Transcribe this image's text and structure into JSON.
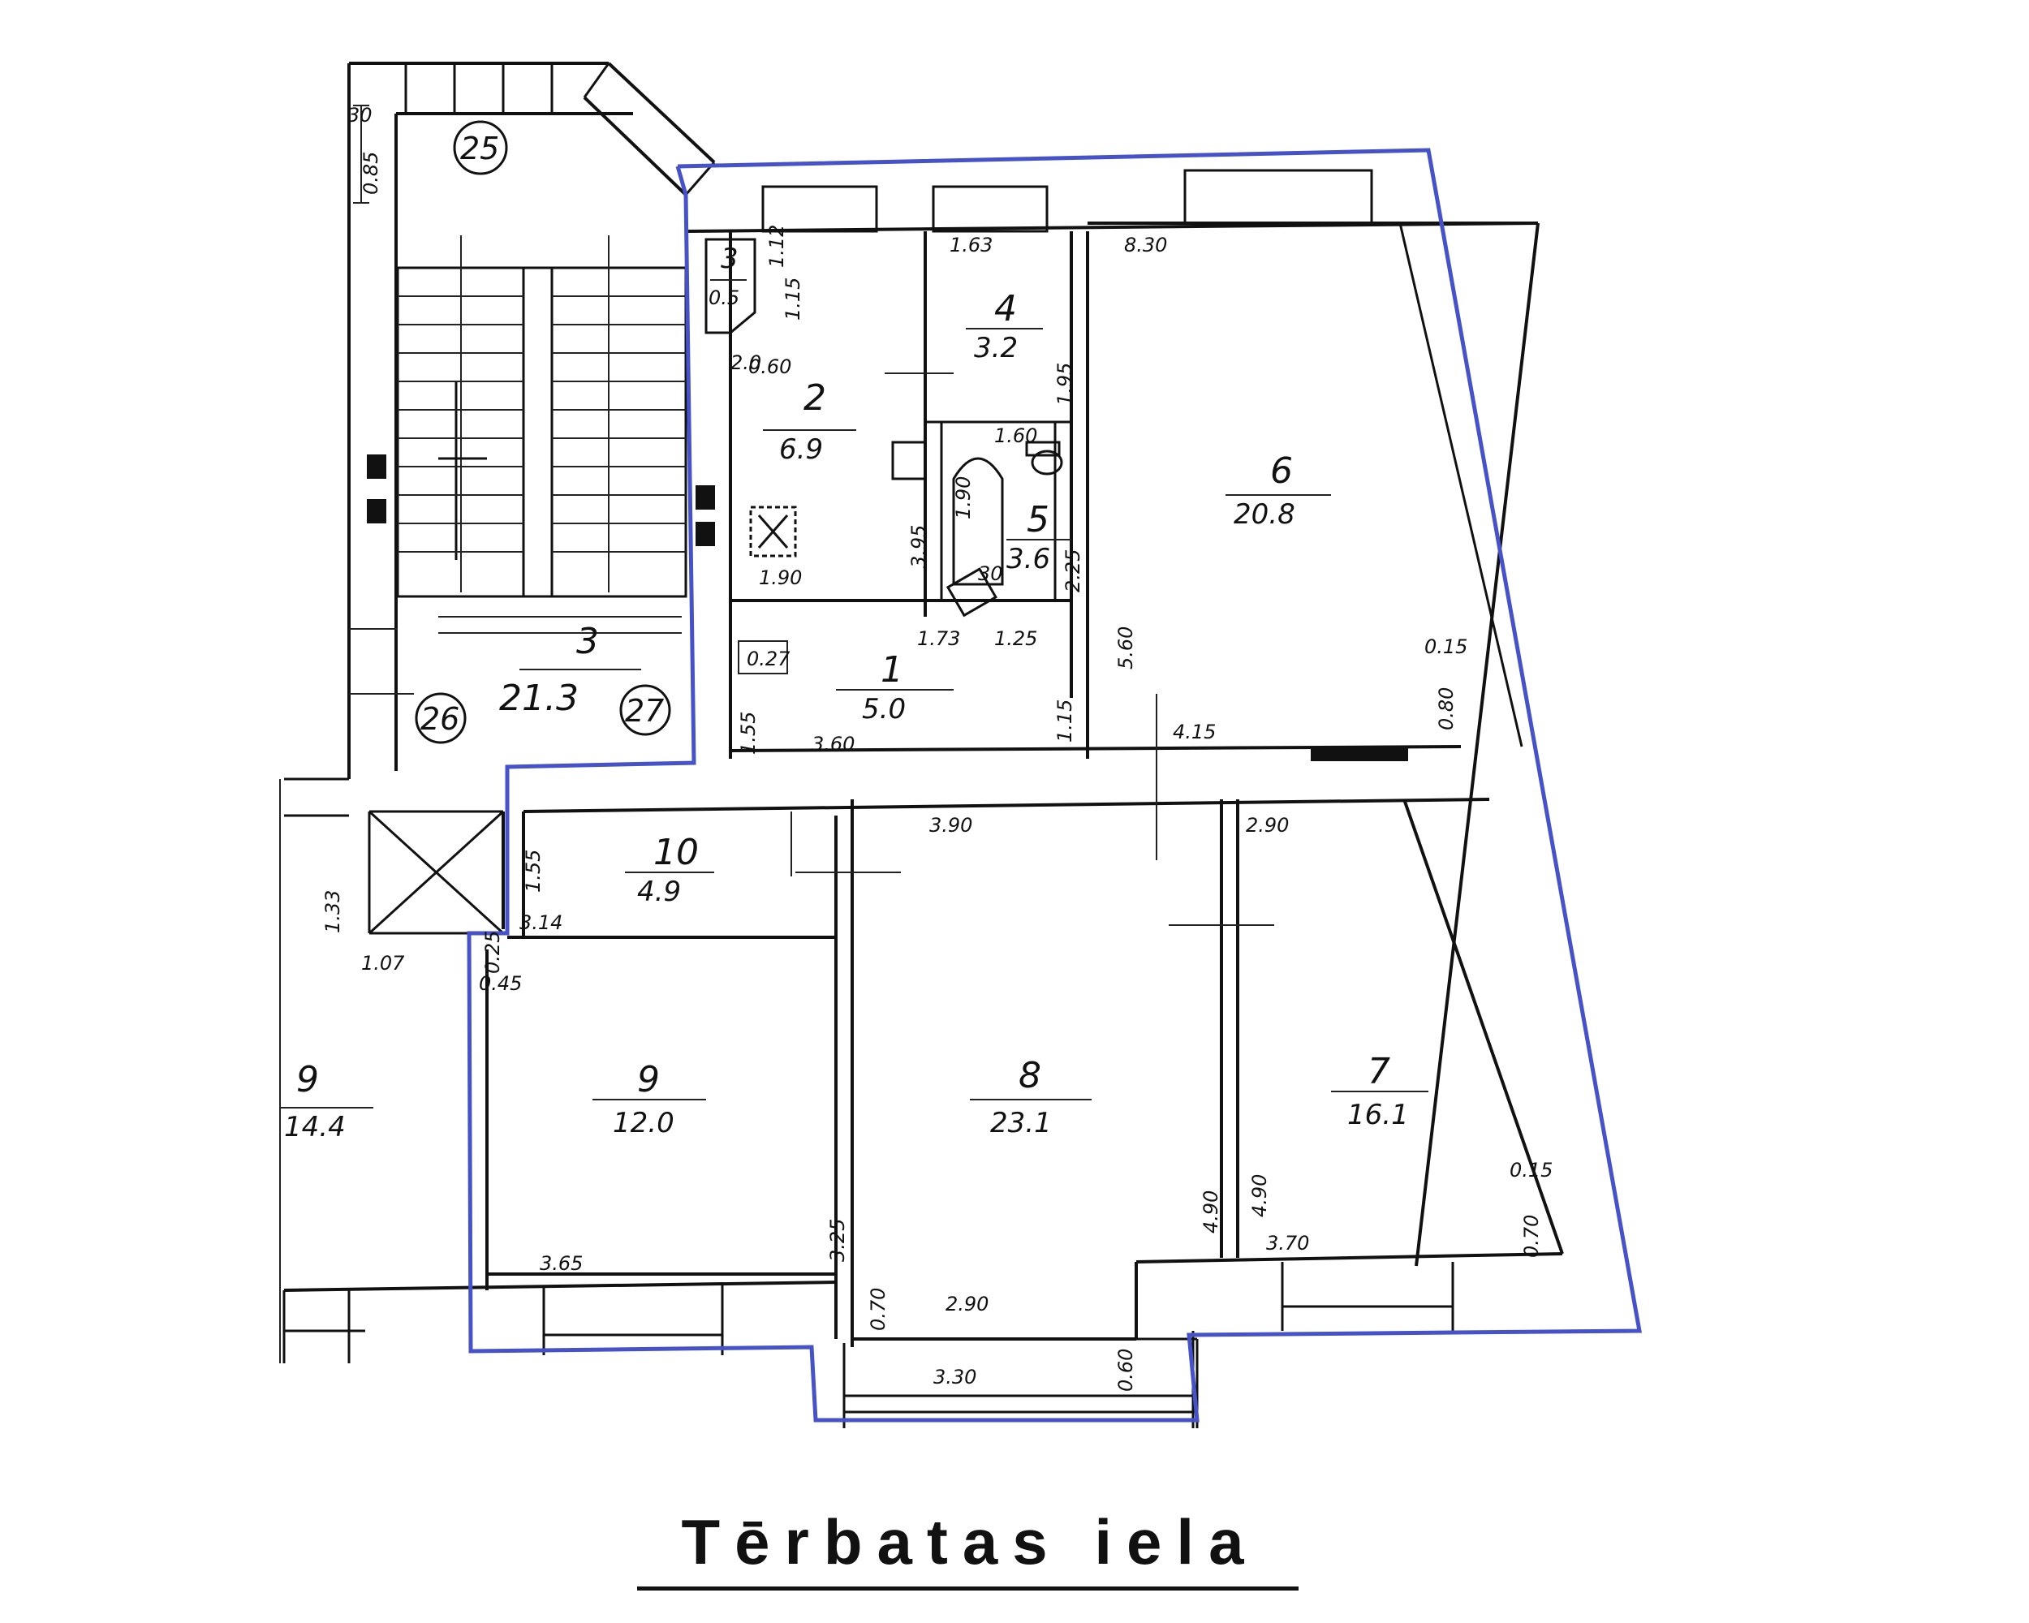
{
  "street_label": "Tērbatas iela",
  "rooms": {
    "r1": {
      "num": "1",
      "area": "5.0"
    },
    "r2": {
      "num": "2",
      "area": "6.9"
    },
    "r3a": {
      "num": "3",
      "area": "0.5"
    },
    "r3": {
      "num": "3",
      "area": "21.3"
    },
    "r4": {
      "num": "4",
      "area": "3.2"
    },
    "r5": {
      "num": "5",
      "area": "3.6"
    },
    "r6": {
      "num": "6",
      "area": "20.8"
    },
    "r7": {
      "num": "7",
      "area": "16.1"
    },
    "r8": {
      "num": "8",
      "area": "23.1"
    },
    "r9": {
      "num": "9",
      "area": "12.0"
    },
    "r9b": {
      "num": "9",
      "area": "14.4"
    },
    "r10": {
      "num": "10",
      "area": "4.9"
    }
  },
  "circles": [
    "25",
    "26",
    "27"
  ],
  "dims": {
    "d1": "30",
    "d2": "0.85",
    "d3": "1.63",
    "d4": "8.30",
    "d5": "1.15",
    "d6": "1.12",
    "d7": "2.0",
    "d8": "1.95",
    "d9": "1.60",
    "d10": "1.90",
    "d11": "3.95",
    "d12": "1.90",
    "d13": "1.73",
    "d14": "1.25",
    "d15": "2.25",
    "d16": "5.60",
    "d17": "0.15",
    "d18": "0.80",
    "d19": "0.27",
    "d20": "1.55",
    "d21": "3.60",
    "d22": "1.15",
    "d23": "4.15",
    "d24": "3.90",
    "d25": "2.90",
    "d26": "1.55",
    "d27": "3.14",
    "d28": "1.33",
    "d29": "1.07",
    "d30": "0.25",
    "d31": "0.45",
    "d32": "3.25",
    "d33": "3.65",
    "d34": "0.70",
    "d35": "2.90",
    "d36": "4.90",
    "d37": "4.90",
    "d38": "3.70",
    "d39": "0.15",
    "d40": "0.70",
    "d41": "3.30",
    "d42": "0.60",
    "d43": "0.60",
    "d44": "30"
  }
}
